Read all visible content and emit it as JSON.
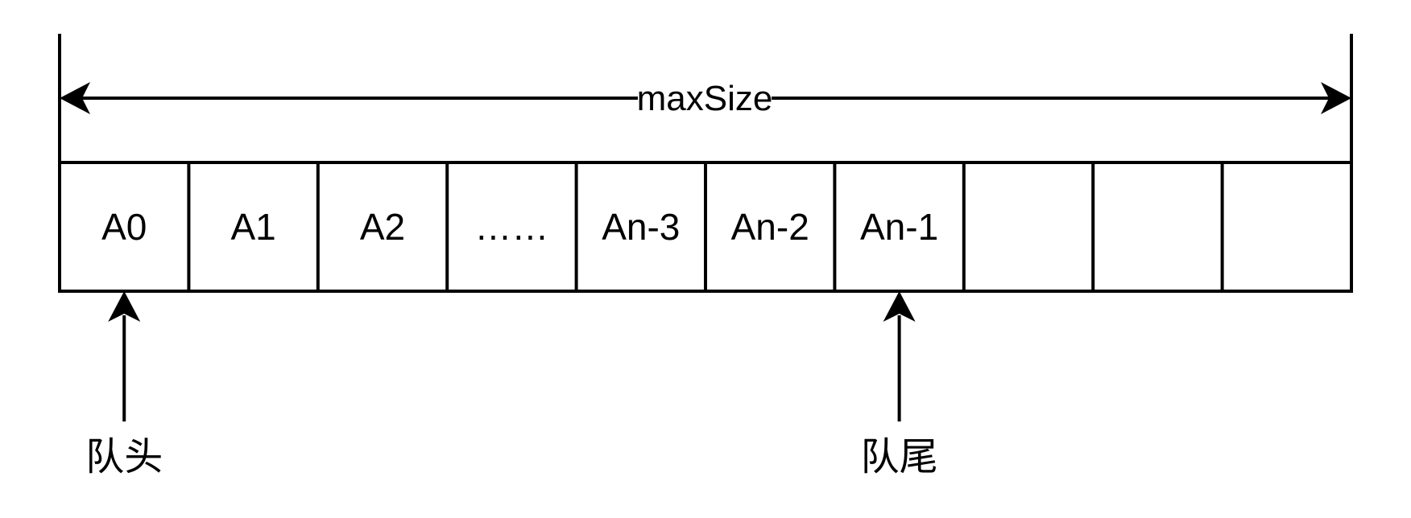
{
  "dimension": {
    "label": "maxSize"
  },
  "cells": [
    {
      "label": "A0"
    },
    {
      "label": "A1"
    },
    {
      "label": "A2"
    },
    {
      "label": "……"
    },
    {
      "label": "An-3"
    },
    {
      "label": "An-2"
    },
    {
      "label": "An-1"
    },
    {
      "label": ""
    },
    {
      "label": ""
    },
    {
      "label": ""
    }
  ],
  "pointers": [
    {
      "label": "队头",
      "cell_index": 0
    },
    {
      "label": "队尾",
      "cell_index": 6
    }
  ],
  "colors": {
    "stroke": "#000000",
    "background": "#ffffff"
  }
}
